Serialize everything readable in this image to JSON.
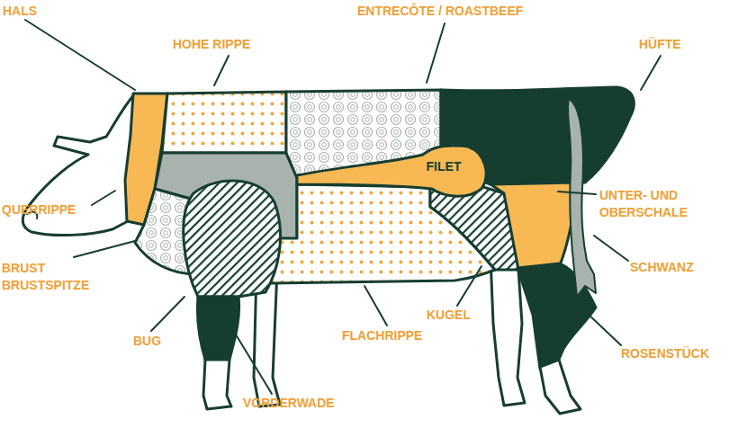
{
  "diagram": {
    "nodes": [
      {
        "text": [
          "FILET"
        ]
      }
    ],
    "labels": [
      "HALS",
      "ENTRECÔTE / ROASTBEEF",
      "HOHE RIPPE",
      "HÜFTE",
      "UNTER- UND OBERSCHALE",
      "QUERRIPPE",
      "SCHWANZ",
      "BRUST BRUSTSPITZE",
      "KUGEL",
      "FLACHRIPPE",
      "BUG",
      "ROSENSTÜCK",
      "VORDERWADE"
    ]
  }
}
